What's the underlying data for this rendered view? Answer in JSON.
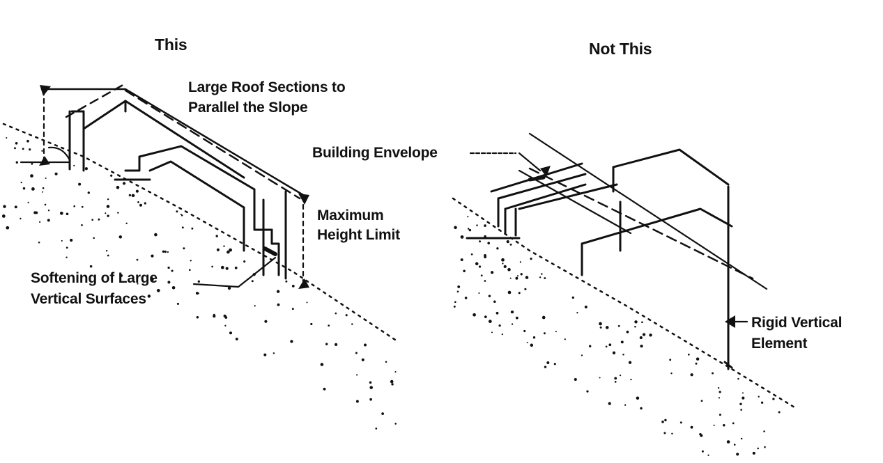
{
  "left_panel": {
    "heading": "This",
    "labels": {
      "roof_line1": "Large Roof Sections to",
      "roof_line2": "Parallel the Slope",
      "height_line1": "Maximum",
      "height_line2": "Height Limit",
      "soften_line1": "Softening of Large",
      "soften_line2": "Vertical Surfaces"
    }
  },
  "right_panel": {
    "heading": "Not This",
    "labels": {
      "envelope": "Building Envelope",
      "rigid_line1": "Rigid Vertical",
      "rigid_line2": "Element"
    }
  },
  "ink_color": "#111111"
}
